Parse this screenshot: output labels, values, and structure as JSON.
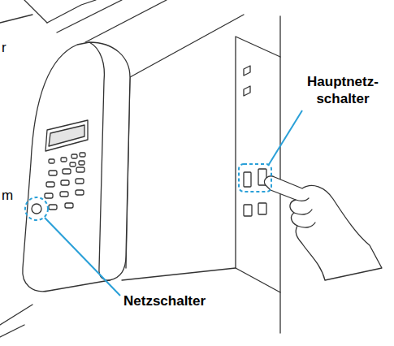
{
  "diagram": {
    "labels": [
      "r",
      "Hauptnetz- schalter",
      "m",
      "Netzschalter"
    ]
  }
}
